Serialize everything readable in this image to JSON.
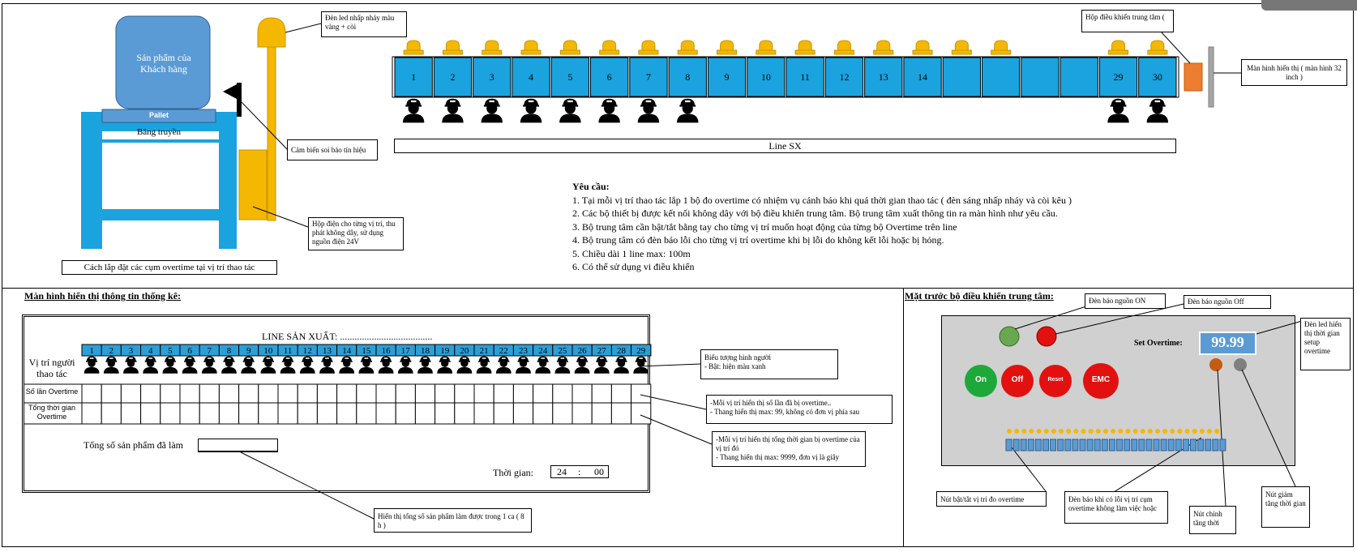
{
  "top_left": {
    "product_label": "Sản phẩm của Khách hàng",
    "pallet_label": "Pallet",
    "conveyor_label": "Băng truyền",
    "caption": "Cách lắp đặt các cụm overtime tại vị trí thao tác",
    "led_callout": "Đèn led nhấp nháy màu vàng + còi",
    "sensor_callout": "Cảm biến soi báo tín hiệu",
    "box_callout": "Hộp điện cho từng vị trí, thu phát không dây, sử dụng nguồn điện 24V"
  },
  "line": {
    "stations": [
      "1",
      "2",
      "3",
      "4",
      "5",
      "6",
      "7",
      "8",
      "9",
      "10",
      "11",
      "12",
      "13",
      "14",
      "",
      "",
      "",
      "",
      "29",
      "30"
    ],
    "label": "Line SX",
    "controller_callout": "Hộp điều khiển trung tâm (",
    "monitor_callout": "Màn hình hiển thị ( màn hình 32 inch )"
  },
  "requirements": {
    "title": "Yêu cầu:",
    "items": [
      "1. Tại mỗi vị trí thao tác lắp 1 bộ đo overtime có nhiệm vụ cảnh báo khi quá thời gian thao tác ( đèn sáng nhấp nháy và còi kêu )",
      "2. Các bộ thiết bị được kết nối không dây với bộ điều khiển trung tâm. Bộ trung tâm xuất thông tin ra màn hình như yêu cầu.",
      "3. Bộ trung tâm cần bật/tắt bằng tay cho từng vị trí muốn hoạt động của từng bộ Overtime trên line",
      "4. Bộ trung tâm có đèn báo lỗi cho từng vị trí overtime khi bị lỗi do không kết lỗi hoặc bị hỏng.",
      "5. Chiều dài 1 line max: 100m",
      "6. Có thể sử dụng vi điều khiển"
    ]
  },
  "display": {
    "section_title": "Màn hình hiển thị thông tin thống kê:",
    "line_title": "LINE SẢN XUẤT: ......................................",
    "positions": [
      "1",
      "2",
      "3",
      "4",
      "5",
      "6",
      "7",
      "8",
      "9",
      "10",
      "11",
      "12",
      "13",
      "14",
      "15",
      "16",
      "17",
      "18",
      "19",
      "20",
      "21",
      "22",
      "23",
      "24",
      "25",
      "26",
      "27",
      "28",
      "29"
    ],
    "row_position": "Vị trí người thao tác",
    "row_count": "Số lần Overtime",
    "row_total": "Tổng thời gian Overtime",
    "total_products_label": "Tổng số sản phẩm đã làm",
    "time_label": "Thời gian:",
    "time_hours": "24",
    "time_sep": ":",
    "time_minutes": "00",
    "callout_icon": "Biểu tượng hình người\n- Bật: hiện màu xanh",
    "callout_count": "-Mỗi vị trí hiển thị số lần đã bị overtime..\n- Thang hiển thị max: 99, không có đơn vị phía sau",
    "callout_total": "-Mỗi vị trí hiển thị tổng thời gian bị overtime của vị trí đó\n- Thang hiển thị max: 9999, đơn vị là giây",
    "callout_products": "Hiển thị tổng số sản phẩm làm được trong 1 ca ( 8 h )"
  },
  "controller": {
    "section_title": "Mặt trước bộ điều khiển trung tâm:",
    "power_on_callout": "Đèn báo nguồn ON",
    "power_off_callout": "Đèn báo nguồn Off",
    "set_overtime_label": "Set Overtime:",
    "set_overtime_value": "99.99",
    "btn_on": "On",
    "btn_off": "Off",
    "btn_reset": "Reset",
    "btn_emc": "EMC",
    "led_callout": "Đèn led hiển thị thời gian setup overtime",
    "toggle_callout": "Nút bật/tắt vị trí đo overtime",
    "error_callout": "Đèn báo khi có lỗi vị trí cụm overtime không làm việc hoặc",
    "adjust_callout": "Nút chỉnh tăng thời",
    "decrease_callout": "Nút giảm tăng thời gian",
    "colors": {
      "station_blue": "#1aa3de",
      "header_blue": "#2a9fd8",
      "led_yellow": "#f5b800",
      "panel_grey": "#d0d0d0",
      "display_blue": "#5b9bd5",
      "emc_red": "#e31010",
      "on_green": "#1fa83a"
    }
  }
}
